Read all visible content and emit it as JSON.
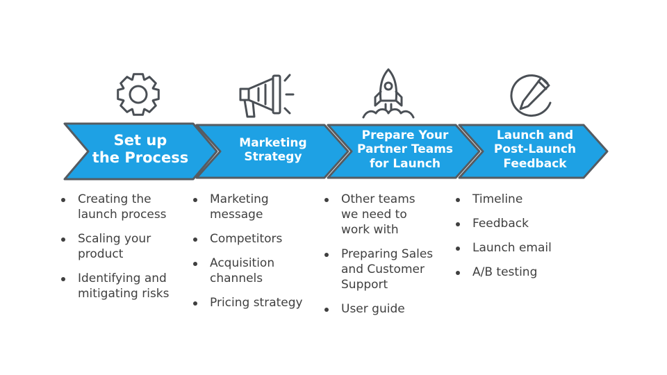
{
  "colors": {
    "chevron_fill": "#1ea1e4",
    "chevron_border": "#555b61",
    "icon_stroke": "#4a4f55",
    "text": "#3f3f3f"
  },
  "stages": [
    {
      "icon": "gear-icon",
      "title_lines": [
        "Set up",
        "the Process"
      ],
      "bullets": [
        "Creating the\nlaunch process",
        "Scaling your\nproduct",
        "Identifying and\nmitigating risks"
      ]
    },
    {
      "icon": "megaphone-icon",
      "title_lines": [
        "Marketing",
        "Strategy"
      ],
      "bullets": [
        "Marketing\nmessage",
        "Competitors",
        "Acquisition\nchannels",
        "Pricing strategy"
      ]
    },
    {
      "icon": "rocket-icon",
      "title_lines": [
        "Prepare Your",
        "Partner Teams",
        "for Launch"
      ],
      "bullets": [
        "Other teams\nwe need to\nwork with",
        "Preparing Sales\nand Customer\nSupport",
        "User guide"
      ]
    },
    {
      "icon": "edit-circle-icon",
      "title_lines": [
        "Launch and",
        "Post-Launch",
        "Feedback"
      ],
      "bullets": [
        "Timeline",
        "Feedback",
        "Launch email",
        "A/B testing"
      ]
    }
  ]
}
